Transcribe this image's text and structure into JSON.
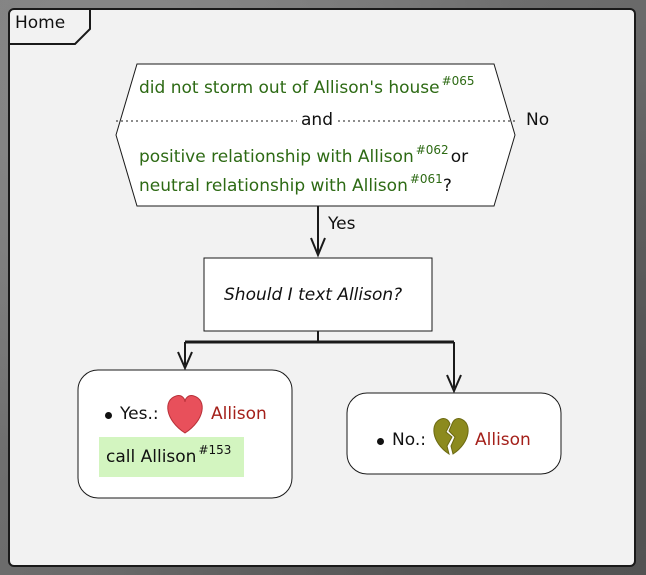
{
  "frame": {
    "title": "Home"
  },
  "decision": {
    "line1": "did not storm out of Allison's house",
    "line1_ref": "#065",
    "separator": "and",
    "line2": "positive relationship with Allison",
    "line2_ref": "#062",
    "line2_suffix": "or",
    "line3": "neutral relationship with Allison",
    "line3_ref": "#061",
    "line3_suffix": "?",
    "no_label": "No",
    "yes_label": "Yes"
  },
  "question": {
    "text": "Should I text Allison?"
  },
  "option_yes": {
    "label": "Yes.:",
    "icon": "heart-icon",
    "name": "Allison",
    "action": "call Allison",
    "action_ref": "#153"
  },
  "option_no": {
    "label": "No.:",
    "icon": "broken-heart-icon",
    "name": "Allison"
  },
  "colors": {
    "condition_text": "#2d6a14",
    "character_name": "#a4201a",
    "heart": "#e8505b",
    "broken_heart": "#8c8a1e",
    "action_highlight": "#d3f5c0"
  }
}
